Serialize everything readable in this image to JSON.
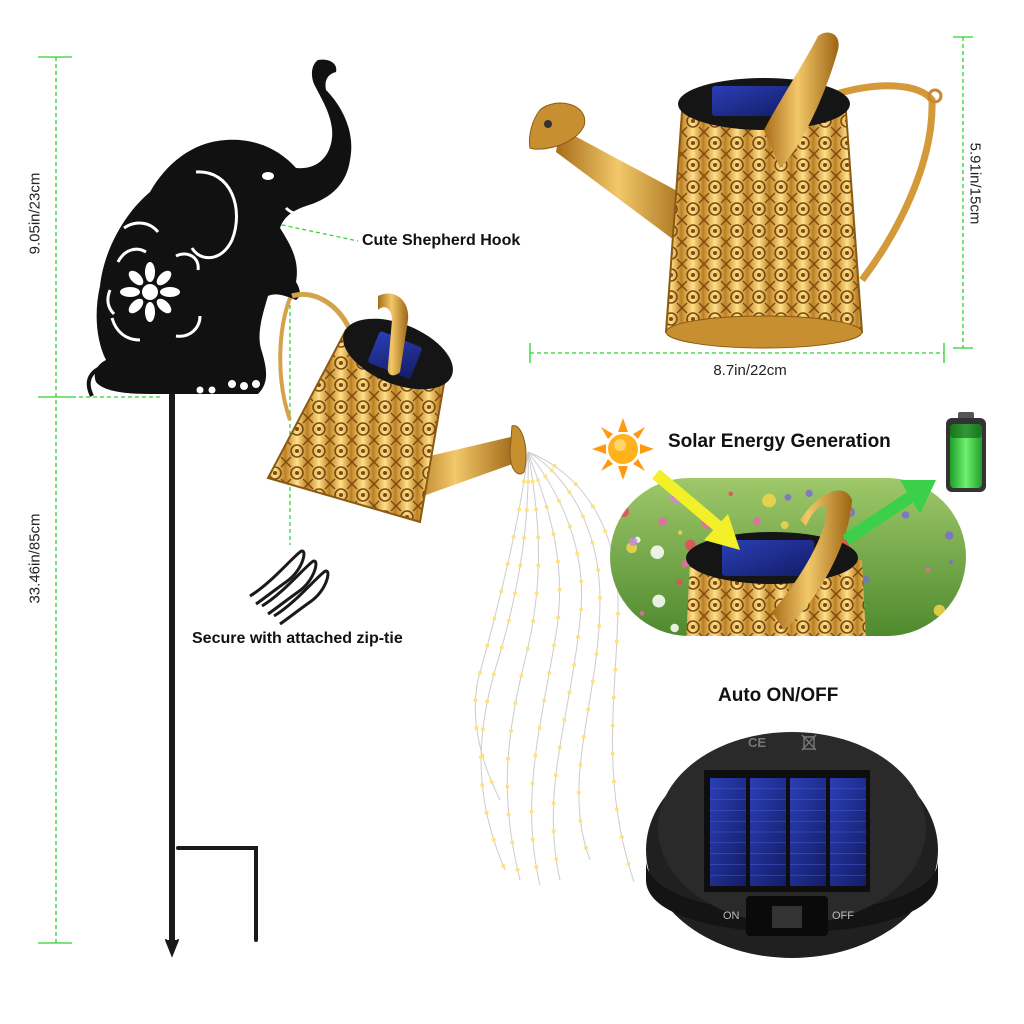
{
  "dimensions": {
    "upper_height": "9.05in/23cm",
    "lower_height": "33.46in/85cm",
    "can_height": "5.91in/15cm",
    "can_width": "8.7in/22cm"
  },
  "callouts": {
    "hook": "Cute Shepherd Hook",
    "zip_tie": "Secure with attached zip-tie",
    "solar": "Solar Energy Generation",
    "auto": "Auto ON/OFF"
  },
  "switch_labels": {
    "on": "ON",
    "off": "OFF"
  },
  "certification_marks": {
    "ce": "CE"
  },
  "colors": {
    "dimension_line": "#2bd22b",
    "copper": "#c98f2a",
    "copper_light": "#f0c060",
    "elephant": "#111111",
    "panel_blue": "#1f2e8a",
    "solar_housing": "#1e1e1e",
    "sun": "#ff9a10",
    "arrow_yellow": "#f3f02a",
    "arrow_green": "#3cd04a"
  },
  "icons": [
    "sun-icon",
    "battery-icon",
    "ce-mark-icon",
    "wee-bin-icon"
  ]
}
